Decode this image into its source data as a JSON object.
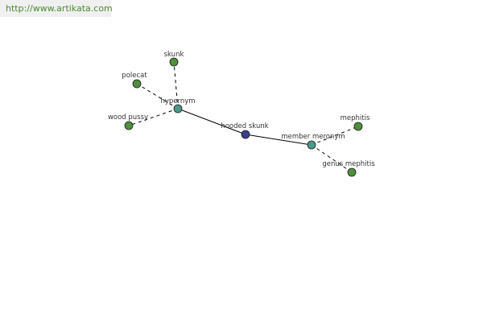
{
  "header": {
    "link_text": "http://www.artikata.com"
  },
  "colors": {
    "leaf": "#4f8f3c",
    "relation": "#4a9a8a",
    "center": "#3a3f8f",
    "edge": "#000000",
    "link_text": "#4a8a2e",
    "link_bg": "#f0f0f0"
  },
  "graph": {
    "nodes": [
      {
        "id": "hooded-skunk",
        "label": "hooded skunk",
        "kind": "center"
      },
      {
        "id": "hypernym",
        "label": "hypernym",
        "kind": "relation"
      },
      {
        "id": "member-meronym",
        "label": "member meronym",
        "kind": "relation"
      },
      {
        "id": "skunk",
        "label": "skunk",
        "kind": "leaf"
      },
      {
        "id": "polecat",
        "label": "polecat",
        "kind": "leaf"
      },
      {
        "id": "wood-pussy",
        "label": "wood pussy",
        "kind": "leaf"
      },
      {
        "id": "mephitis",
        "label": "mephitis",
        "kind": "leaf"
      },
      {
        "id": "genus-mephitis",
        "label": "genus mephitis",
        "kind": "leaf"
      }
    ],
    "edges": [
      {
        "from": "hooded-skunk",
        "to": "hypernym",
        "style": "solid"
      },
      {
        "from": "hooded-skunk",
        "to": "member-meronym",
        "style": "solid"
      },
      {
        "from": "hypernym",
        "to": "skunk",
        "style": "dashed"
      },
      {
        "from": "hypernym",
        "to": "polecat",
        "style": "dashed"
      },
      {
        "from": "hypernym",
        "to": "wood-pussy",
        "style": "dashed"
      },
      {
        "from": "member-meronym",
        "to": "mephitis",
        "style": "dashed"
      },
      {
        "from": "member-meronym",
        "to": "genus-mephitis",
        "style": "dashed"
      }
    ]
  }
}
